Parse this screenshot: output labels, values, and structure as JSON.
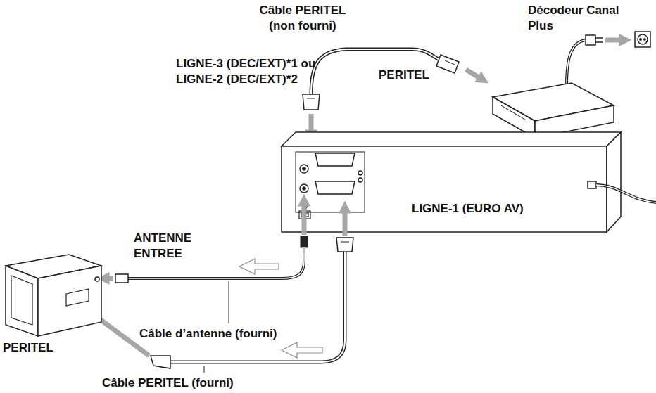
{
  "diagram": {
    "labels": [
      "Câble PERITEL (non fourni)",
      "Décodeur Canal Plus",
      "LIGNE-3 (DEC/EXT)*1 ou LIGNE-2 (DEC/EXT)*2",
      "PERITEL",
      "LIGNE-1 (EURO AV)",
      "ANTENNE ENTREE",
      "Câble d’antenne (fourni)",
      "PERITEL",
      "Câble PERITEL (fourni)"
    ]
  }
}
